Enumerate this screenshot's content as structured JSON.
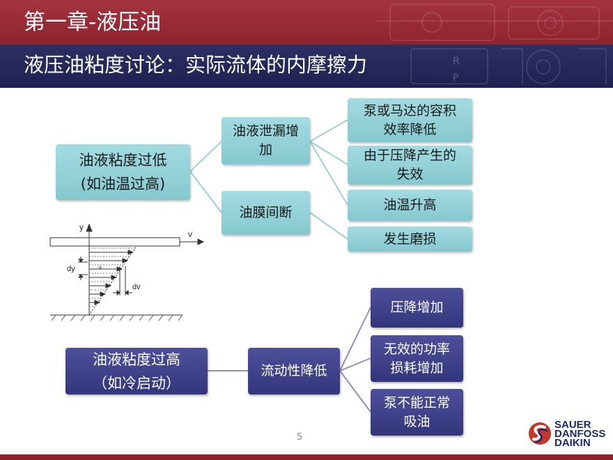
{
  "header": {
    "chapter_title": "第一章-液压油",
    "subtitle": "液压油粘度讨论：实际流体的内摩擦力"
  },
  "upper_diagram": {
    "root_line1": "油液粘度过低",
    "root_line2": "(如油温过高)",
    "mid_leak_line1": "油液泄漏增",
    "mid_leak_line2": "加",
    "mid_film": "油膜间断",
    "leaf1_line1": "泵或马达的容积",
    "leaf1_line2": "效率降低",
    "leaf2_line1": "由于压降产生的",
    "leaf2_line2": "失效",
    "leaf3": "油温升高",
    "leaf4": "发生磨损"
  },
  "velocity_figure": {
    "axis_y": "y",
    "axis_v": "v",
    "label_dy": "dy",
    "label_dv": "dv",
    "label_plus": "+"
  },
  "lower_diagram": {
    "root_line1": "油液粘度过高",
    "root_line2": "（如冷启动）",
    "mid": "流动性降低",
    "leaf1": "压降增加",
    "leaf2_line1": "无效的功率",
    "leaf2_line2": "损耗增加",
    "leaf3_line1": "泵不能正常",
    "leaf3_line2": "吸油"
  },
  "footer": {
    "page_number": "5",
    "logo_line1": "SAUER",
    "logo_line2": "DANFOSS",
    "logo_line3": "DAIKIN"
  },
  "colors": {
    "header_red": "#8e2330",
    "header_navy": "#1e2150",
    "teal_box": "#92d0d6",
    "purple_box": "#3b3d83",
    "logo_blue": "#1d2a6b",
    "logo_red": "#c0392b"
  }
}
